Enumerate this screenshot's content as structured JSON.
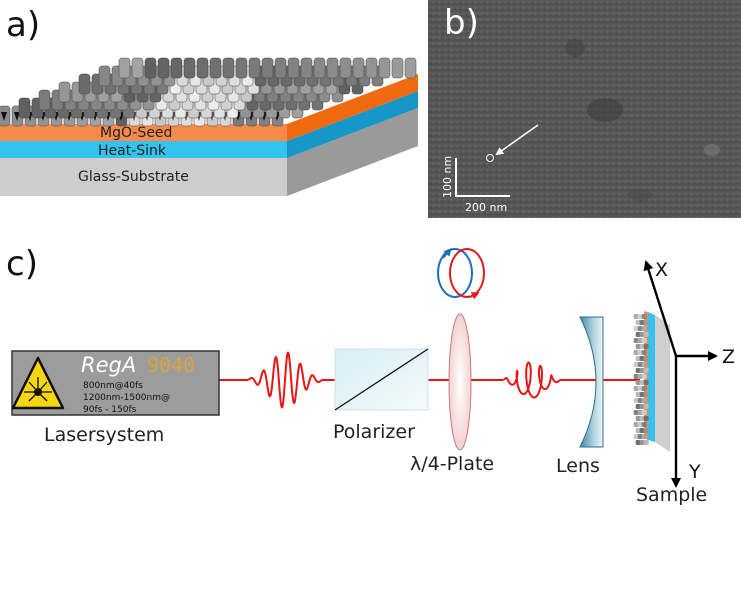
{
  "panels": {
    "a": "a)",
    "b": "b)",
    "c": "c)"
  },
  "layers": {
    "seed": "MgO-Seed",
    "heat_sink": "Heat-Sink",
    "substrate": "Glass-Substrate"
  },
  "sem": {
    "scale_x": "200 nm",
    "scale_y": "100 nm"
  },
  "laser": {
    "brand": "RegA",
    "model": "9040",
    "specs": [
      "800nm@40fs",
      "1200nm-1500nm@",
      "90fs - 150fs"
    ],
    "caption": "Lasersystem"
  },
  "components": {
    "polarizer": "Polarizer",
    "waveplate": "λ/4-Plate",
    "lens": "Lens",
    "sample": "Sample"
  },
  "axes": {
    "x": "X",
    "y": "Y",
    "z": "Z"
  },
  "colors": {
    "seed": "#f58a4b",
    "heat_sink": "#33c3ee",
    "substrate": "#cccccc",
    "beam": "#e81515",
    "sem_background": "#5a5a5a",
    "laser_box": "#9c9c9c",
    "circular_blue": "#1a6fbf",
    "circular_red": "#e11b1b"
  }
}
